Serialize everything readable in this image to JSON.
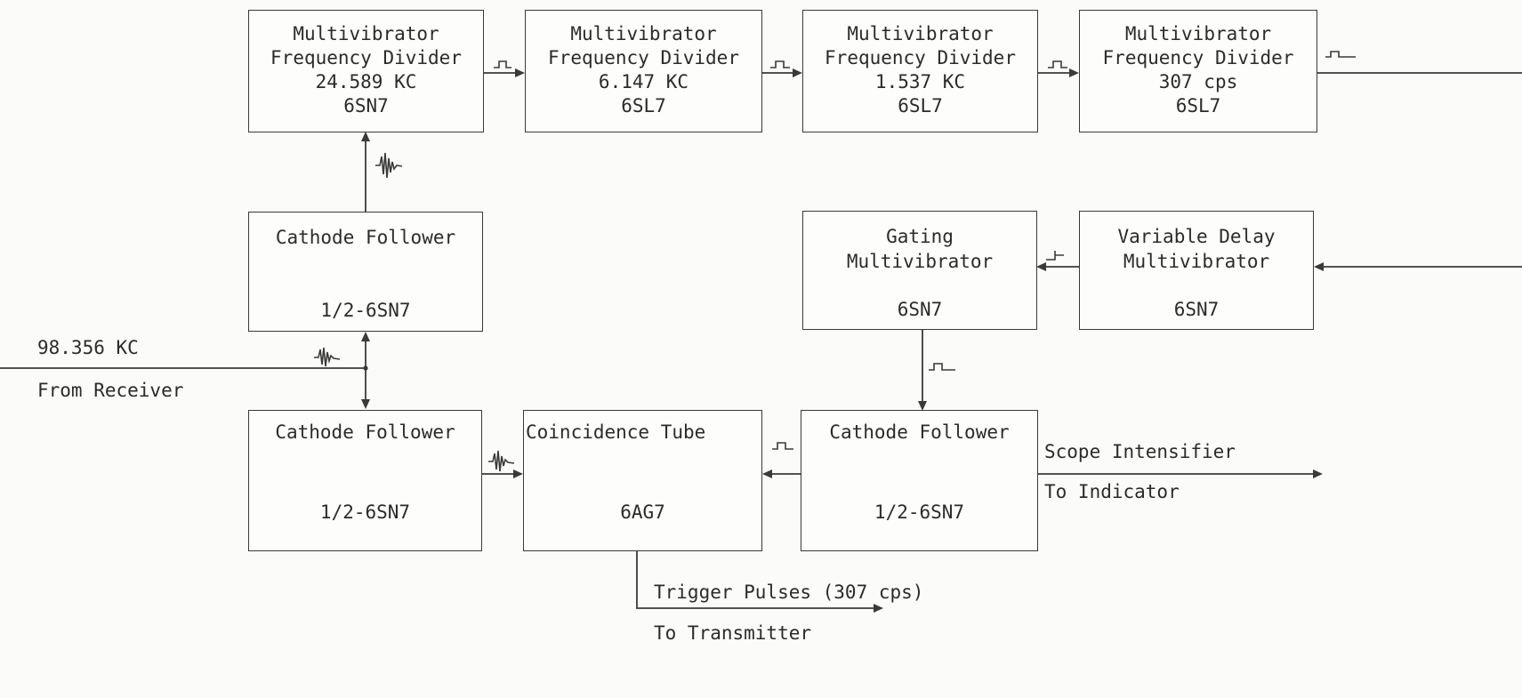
{
  "blocks": {
    "div1": {
      "line1": "Multivibrator",
      "line2": "Frequency Divider",
      "line3": "24.589 KC",
      "line4": "6SN7"
    },
    "div2": {
      "line1": "Multivibrator",
      "line2": "Frequency Divider",
      "line3": "6.147 KC",
      "line4": "6SL7"
    },
    "div3": {
      "line1": "Multivibrator",
      "line2": "Frequency Divider",
      "line3": "1.537 KC",
      "line4": "6SL7"
    },
    "div4": {
      "line1": "Multivibrator",
      "line2": "Frequency Divider",
      "line3": "307 cps",
      "line4": "6SL7"
    },
    "cf_top": {
      "line1": "Cathode Follower",
      "line2": "1/2-6SN7"
    },
    "gating": {
      "line1": "Gating",
      "line2": "Multivibrator",
      "line3": "6SN7"
    },
    "delay": {
      "line1": "Variable Delay",
      "line2": "Multivibrator",
      "line3": "6SN7"
    },
    "cf_left": {
      "line1": "Cathode Follower",
      "line2": "1/2-6SN7"
    },
    "coinc": {
      "line1": "Coincidence Tube",
      "line2": "6AG7"
    },
    "cf_right": {
      "line1": "Cathode Follower",
      "line2": "1/2-6SN7"
    }
  },
  "labels": {
    "input_freq": "98.356 KC",
    "input_source": "From Receiver",
    "scope_1": "Scope Intensifier",
    "scope_2": "To Indicator",
    "trigger_1": "Trigger Pulses (307 cps)",
    "trigger_2": "To Transmitter"
  },
  "colors": {
    "ink": "#3a3a3a",
    "paper": "#fbfbf9"
  }
}
